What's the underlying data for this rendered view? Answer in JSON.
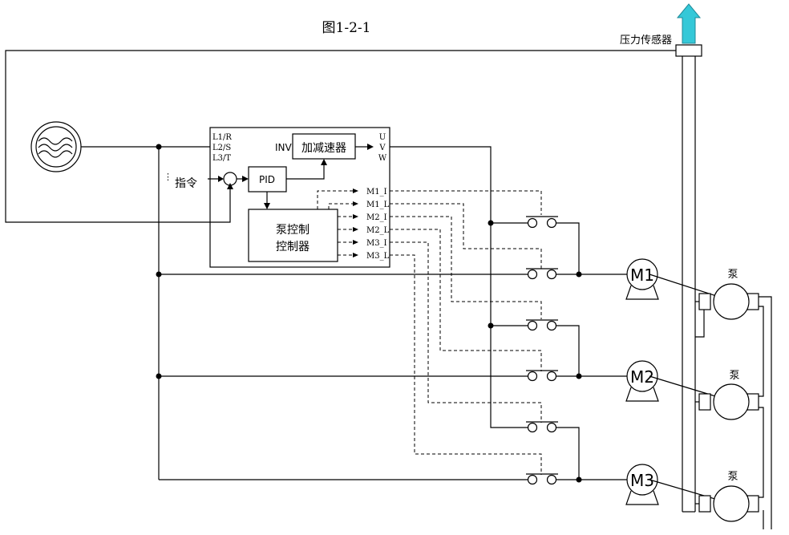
{
  "figure_title": "图1-2-1",
  "pressure_sensor_label": "压力传感器",
  "inverter": {
    "label": "INV",
    "input_terminals": [
      "L1/R",
      "L2/S",
      "L3/T"
    ],
    "output_terminals": [
      "U",
      "V",
      "W"
    ],
    "accel_decel_label": "加减速器",
    "pid_label": "PID",
    "pump_controller_line1": "泵控制",
    "pump_controller_line2": "控制器",
    "control_outputs": [
      "M1_I",
      "M1_L",
      "M2_I",
      "M2_L",
      "M3_I",
      "M3_L"
    ]
  },
  "command_label": "指令",
  "motors": [
    "M1",
    "M2",
    "M3"
  ],
  "pumps": [
    "泵",
    "泵",
    "泵"
  ],
  "colors": {
    "sensor_arrow": "#34c8d8",
    "line": "#000000"
  }
}
